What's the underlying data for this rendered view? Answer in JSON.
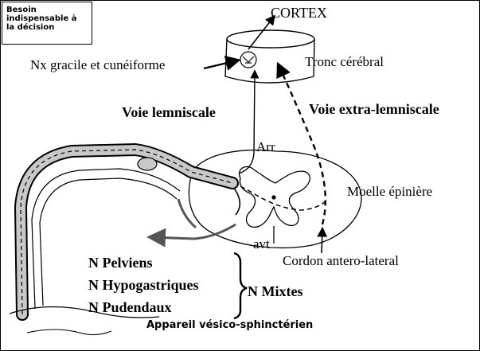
{
  "note_box": "Besoin\nindispensable à\nla décision",
  "labels": {
    "cortex": "CORTEX",
    "nx_gracile": "Nx gracile et cunéiforme",
    "tronc": "Tronc cérébral",
    "voie_lemniscale": "Voie lemniscale",
    "voie_extra": "Voie extra-lemniscale",
    "arr": "Arr",
    "moelle": "Moelle épinière",
    "avt": "avt",
    "cordon": "Cordon antero-lateral",
    "n_pelviens": "N Pelviens",
    "n_hypogastriques": "N Hypogastriques",
    "n_pudendaux": "N Pudendaux",
    "n_mixtes": "N Mixtes",
    "appareil": "Appareil vésico-sphinctérien"
  },
  "colors": {
    "line": "#000000",
    "nerve_fill": "#c8c8c8",
    "arrow_gray": "#555555"
  }
}
